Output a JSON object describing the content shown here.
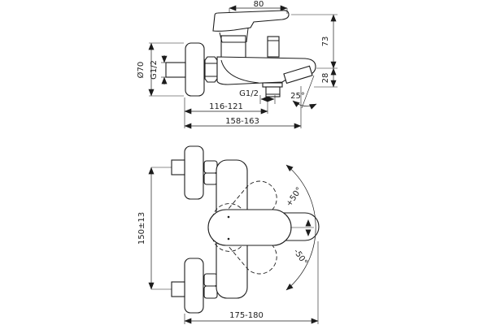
{
  "colors": {
    "line": "#1c1c1c",
    "background": "#ffffff"
  },
  "side_view": {
    "dim_handle_width": "80",
    "dim_body_height": "73",
    "dim_spout_height": "28",
    "dim_flange_diameter": "Ø70",
    "dim_inlet_thread": "G1/2",
    "dim_outlet_thread": "G1/2",
    "dim_spout_angle": "25°",
    "dim_wall_to_outlet": "116-121",
    "dim_wall_to_spout_tip": "158-163"
  },
  "plan_view": {
    "dim_inlet_centres": "150±13",
    "dim_wall_to_front": "175-180",
    "dim_swing_up": "+50°",
    "dim_swing_down": "-50°"
  }
}
